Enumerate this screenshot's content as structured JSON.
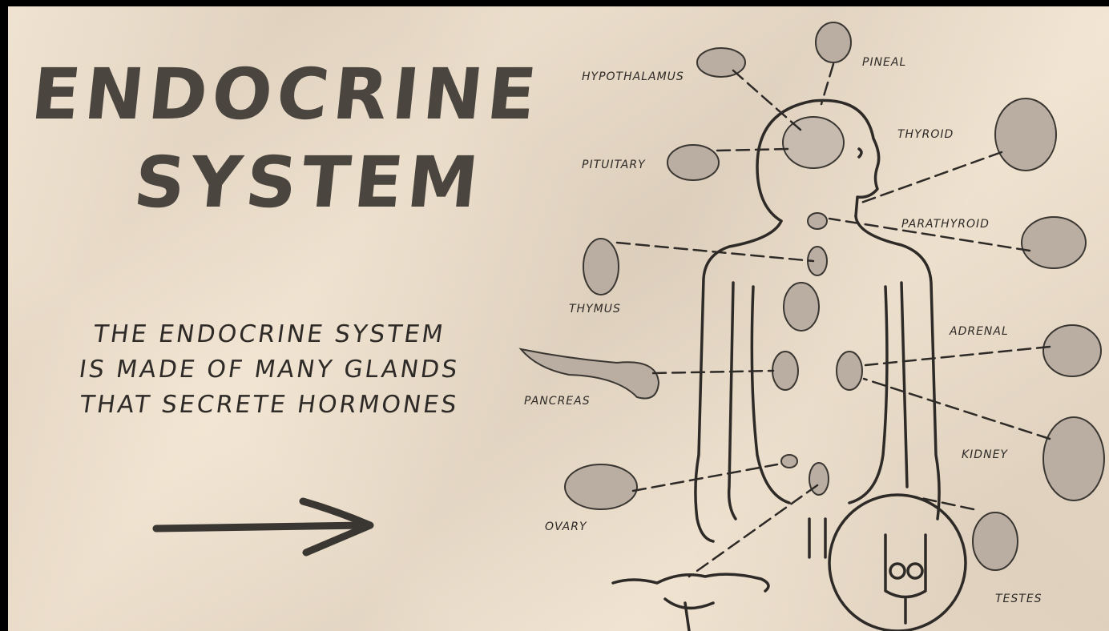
{
  "title": {
    "line1": "Endocrine",
    "line2": "System"
  },
  "subtitle": {
    "line1": "The Endocrine System",
    "line2": "is made of many glands",
    "line3": "that secrete hormones"
  },
  "labels": {
    "hypothalamus": "Hypothalamus",
    "pineal": "Pineal",
    "pituitary": "Pituitary",
    "thyroid": "Thyroid",
    "parathyroid": "Parathyroid",
    "thymus": "Thymus",
    "adrenal": "Adrenal",
    "pancreas": "Pancreas",
    "kidney": "Kidney",
    "ovary": "Ovary",
    "testes": "Testes"
  },
  "colors": {
    "paper": "#f1e2cd",
    "ink": "#2e2a27",
    "title_ink": "#4a453f",
    "organ_fill": "#b9aea1"
  }
}
